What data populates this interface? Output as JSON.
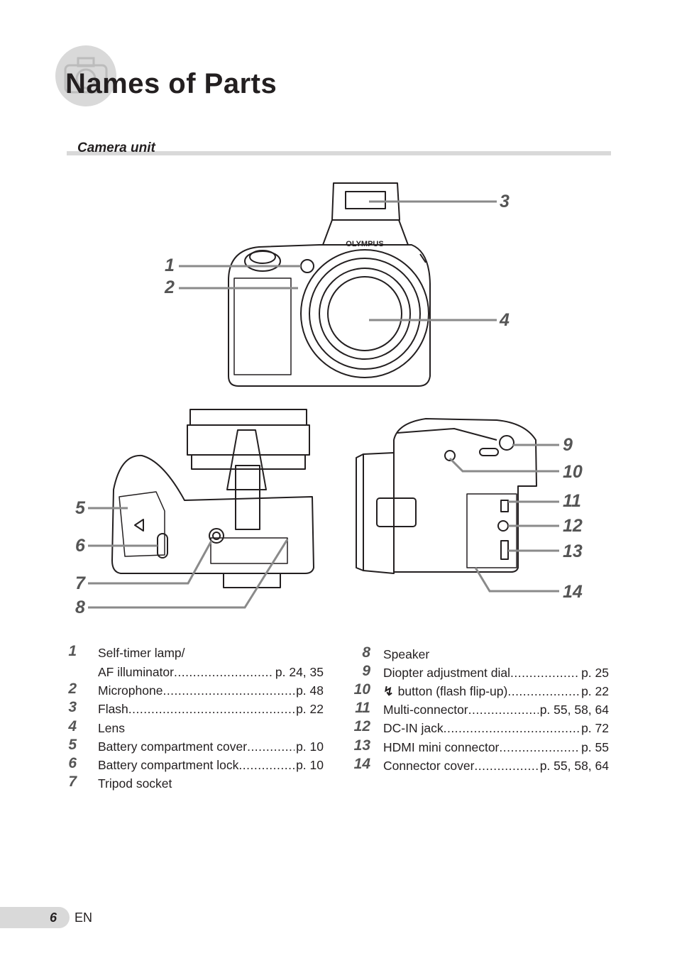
{
  "header": {
    "title": "Names of Parts"
  },
  "section": {
    "heading": "Camera unit"
  },
  "diagram": {
    "brand": "OLYMPUS",
    "callouts": [
      "1",
      "2",
      "3",
      "4",
      "5",
      "6",
      "7",
      "8",
      "9",
      "10",
      "11",
      "12",
      "13",
      "14"
    ]
  },
  "parts_left": [
    {
      "num": "1",
      "name": "Self-timer lamp/",
      "ref": ""
    },
    {
      "num": "",
      "name": "AF illuminator",
      "ref": "p. 24, 35"
    },
    {
      "num": "2",
      "name": "Microphone",
      "ref": "p. 48"
    },
    {
      "num": "3",
      "name": "Flash",
      "ref": "p. 22"
    },
    {
      "num": "4",
      "name": "Lens",
      "ref": ""
    },
    {
      "num": "5",
      "name": "Battery compartment cover",
      "ref": "p. 10"
    },
    {
      "num": "6",
      "name": "Battery compartment lock",
      "ref": "p. 10"
    },
    {
      "num": "7",
      "name": "Tripod socket",
      "ref": ""
    }
  ],
  "parts_right": [
    {
      "num": "8",
      "name": "Speaker",
      "ref": ""
    },
    {
      "num": "9",
      "name": "Diopter adjustment dial",
      "ref": "p. 25"
    },
    {
      "num": "10",
      "name": "button (flash flip-up)",
      "ref": "p. 22",
      "icon": "flash-icon"
    },
    {
      "num": "11",
      "name": "Multi-connector",
      "ref": "p. 55, 58, 64"
    },
    {
      "num": "12",
      "name": "DC-IN jack",
      "ref": "p. 72"
    },
    {
      "num": "13",
      "name": "HDMI mini connector",
      "ref": "p. 55"
    },
    {
      "num": "14",
      "name": "Connector cover",
      "ref": "p. 55, 58, 64"
    }
  ],
  "footer": {
    "page_number": "6",
    "language": "EN"
  }
}
